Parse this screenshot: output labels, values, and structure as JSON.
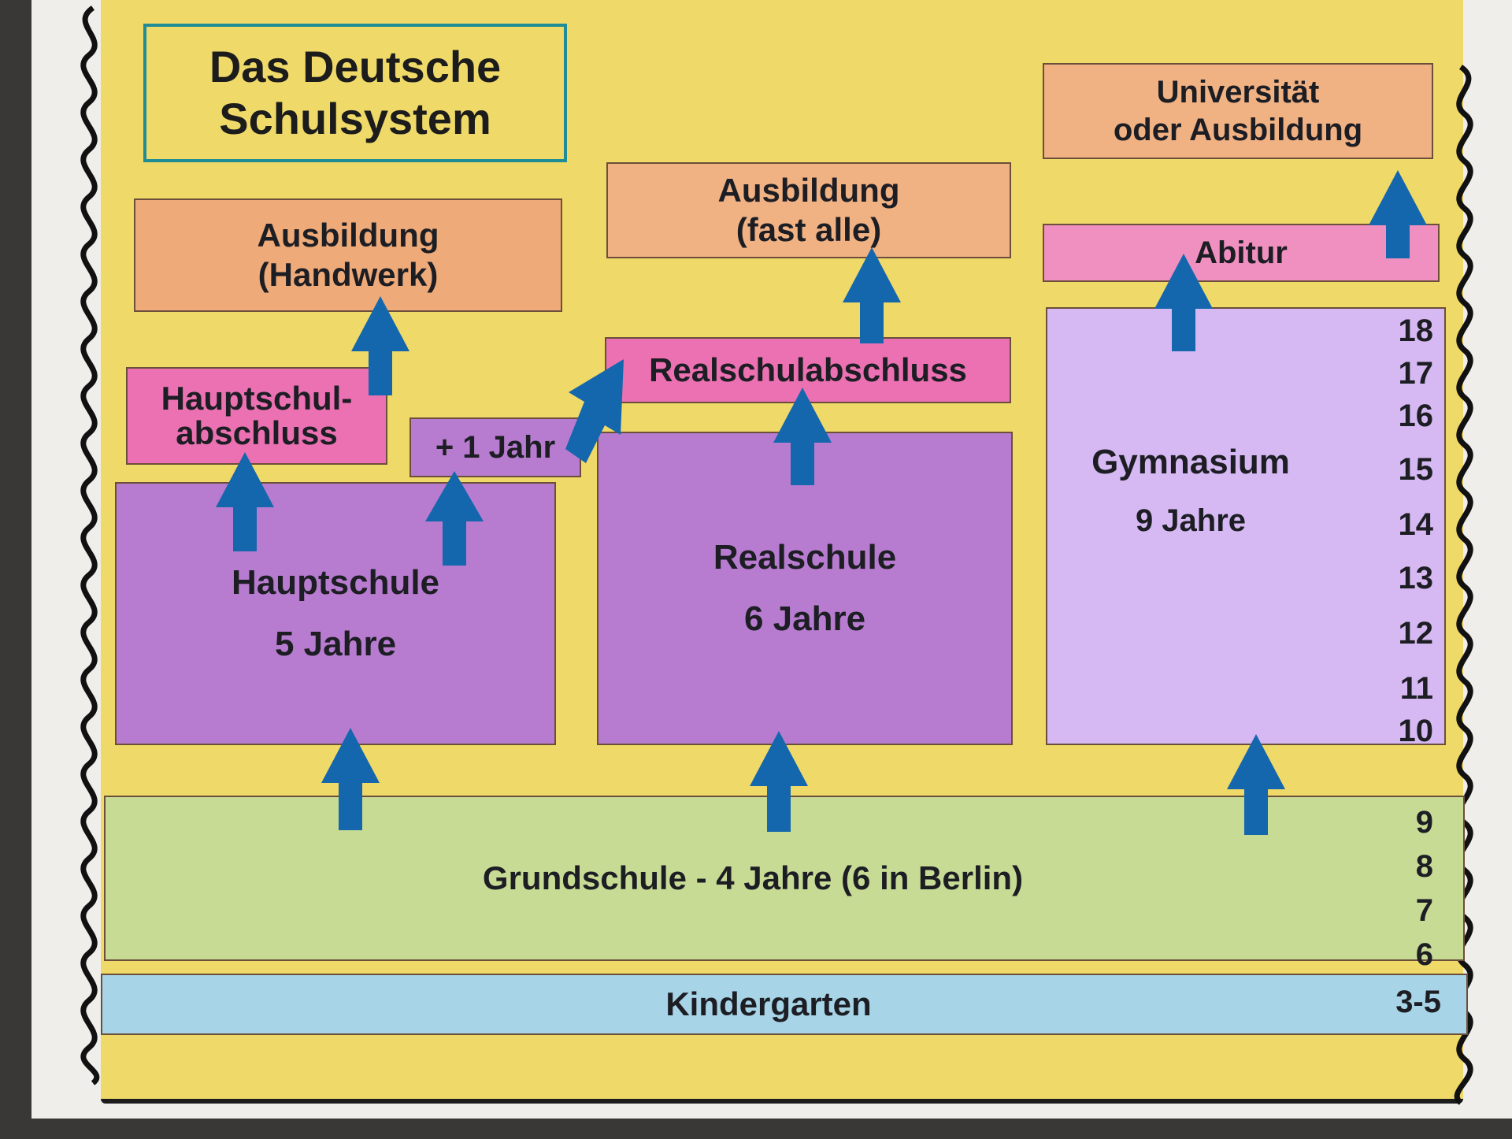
{
  "title": {
    "line1": "Das Deutsche",
    "line2": "Schulsystem"
  },
  "ausbildung_handwerk": {
    "line1": "Ausbildung",
    "line2": "(Handwerk)"
  },
  "ausbildung_fast_alle": {
    "line1": "Ausbildung",
    "line2": "(fast alle)"
  },
  "universitaet": {
    "line1": "Universität",
    "line2": "oder Ausbildung"
  },
  "hauptschulabschluss": {
    "line1": "Hauptschul-",
    "line2": "abschluss"
  },
  "plus_ein_jahr": "+ 1 Jahr",
  "realschulabschluss": "Realschulabschluss",
  "abitur": "Abitur",
  "hauptschule": {
    "name": "Hauptschule",
    "duration": "5 Jahre"
  },
  "realschule": {
    "name": "Realschule",
    "duration": "6 Jahre"
  },
  "gymnasium": {
    "name": "Gymnasium",
    "duration": "9 Jahre"
  },
  "grundschule": "Grundschule - 4 Jahre (6 in Berlin)",
  "kindergarten": "Kindergarten",
  "ages_gymnasium": [
    "18",
    "17",
    "16",
    "15",
    "14",
    "13",
    "12",
    "11",
    "10"
  ],
  "ages_grundschule": [
    "9",
    "8",
    "7",
    "6"
  ],
  "age_kindergarten": "3-5",
  "colors": {
    "sheet": "#efd968",
    "ausbildung": "#eeaa78",
    "abschluss": "#eb71b2",
    "school": "#b77ccf",
    "gymnasium": "#d6b9f2",
    "grundschule": "#c7db95",
    "kindergarten": "#a7d4e6",
    "arrow": "#1467ad",
    "title_border": "#1f8c96"
  }
}
